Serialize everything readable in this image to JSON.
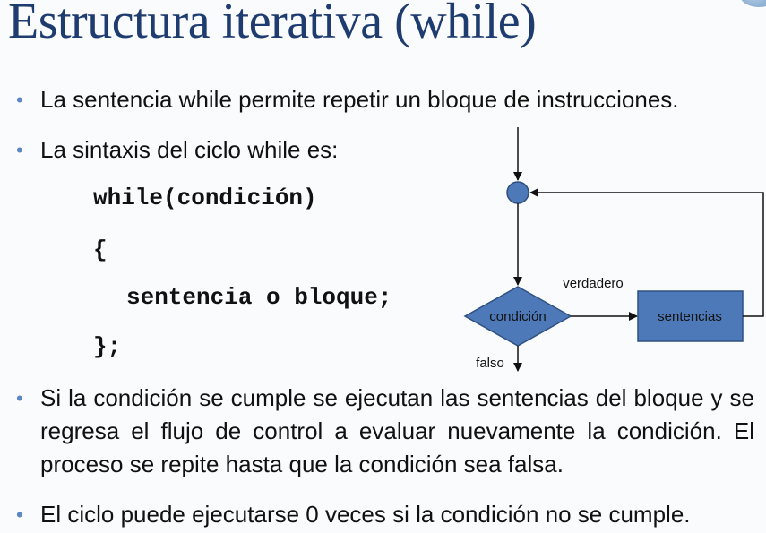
{
  "slide": {
    "title": "Estructura iterativa (while)",
    "bullets": [
      "La sentencia while permite repetir un bloque de instrucciones.",
      "La sintaxis del ciclo while es:",
      "Si la condición se cumple se ejecutan las sentencias del bloque y se regresa el flujo de control a evaluar nuevamente la condición. El proceso se repite hasta que la condición sea falsa.",
      "El ciclo puede ejecutarse 0 veces si la condición no se cumple."
    ],
    "code_lines": [
      "while(condición)",
      "{",
      "sentencia o bloque;",
      "};"
    ]
  },
  "flowchart": {
    "decision_label": "condición",
    "process_label": "sentencias",
    "true_label": "verdadero",
    "false_label": "falso",
    "colors": {
      "shape_fill": "#4e79b8",
      "shape_stroke": "#2e4f80",
      "line": "#111111"
    }
  },
  "colors": {
    "title": "#1f3c70",
    "bullet": "#5c87c2"
  }
}
